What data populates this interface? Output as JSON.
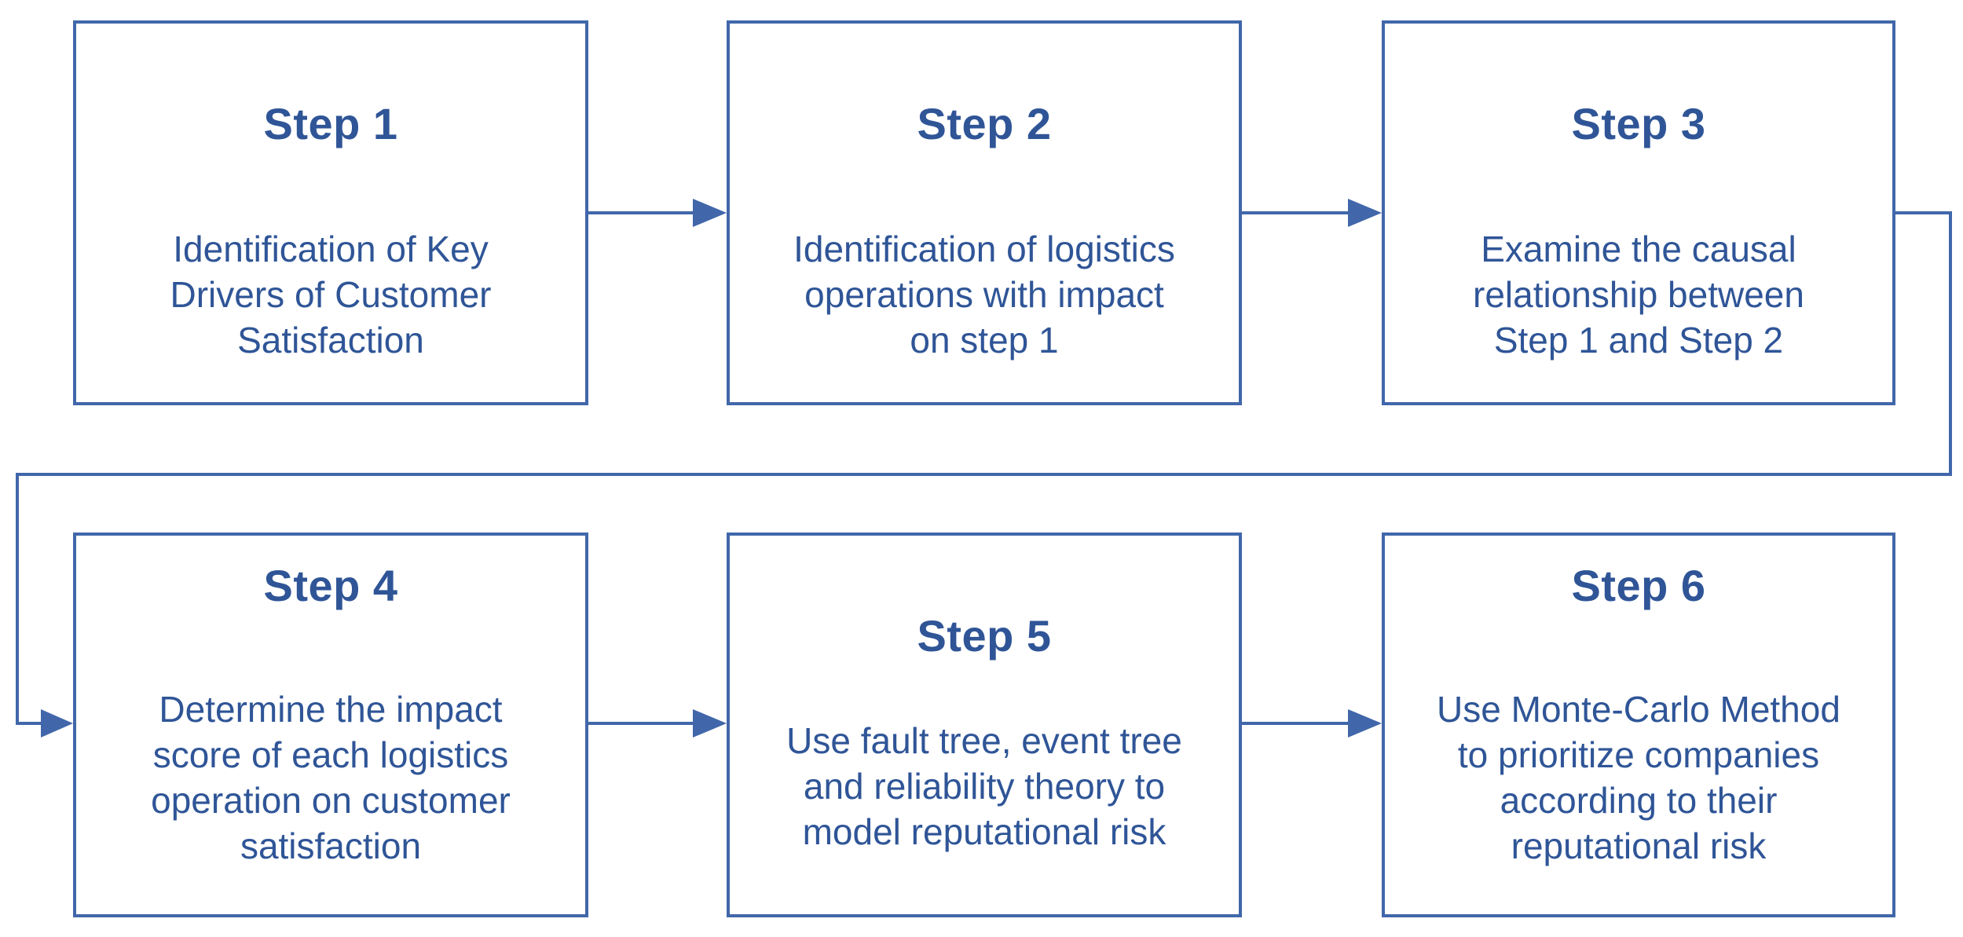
{
  "colors": {
    "box_border": "#4167aa",
    "text": "#2f5597",
    "connector": "#4167aa"
  },
  "steps": [
    {
      "title": "Step 1",
      "lines": [
        "Identification of Key",
        "Drivers of Customer",
        "Satisfaction"
      ]
    },
    {
      "title": "Step 2",
      "lines": [
        "Identification of logistics",
        "operations with impact",
        "on step 1"
      ]
    },
    {
      "title": "Step 3",
      "lines": [
        "Examine the causal",
        "relationship between",
        "Step 1 and Step 2"
      ]
    },
    {
      "title": "Step 4",
      "lines": [
        "Determine the impact",
        "score of each logistics",
        "operation on customer",
        "satisfaction"
      ]
    },
    {
      "title": "Step 5",
      "lines": [
        "Use fault tree, event tree",
        "and reliability theory to",
        "model reputational risk"
      ]
    },
    {
      "title": "Step 6",
      "lines": [
        "Use Monte-Carlo Method",
        "to prioritize companies",
        "according to their",
        "reputational risk"
      ]
    }
  ]
}
